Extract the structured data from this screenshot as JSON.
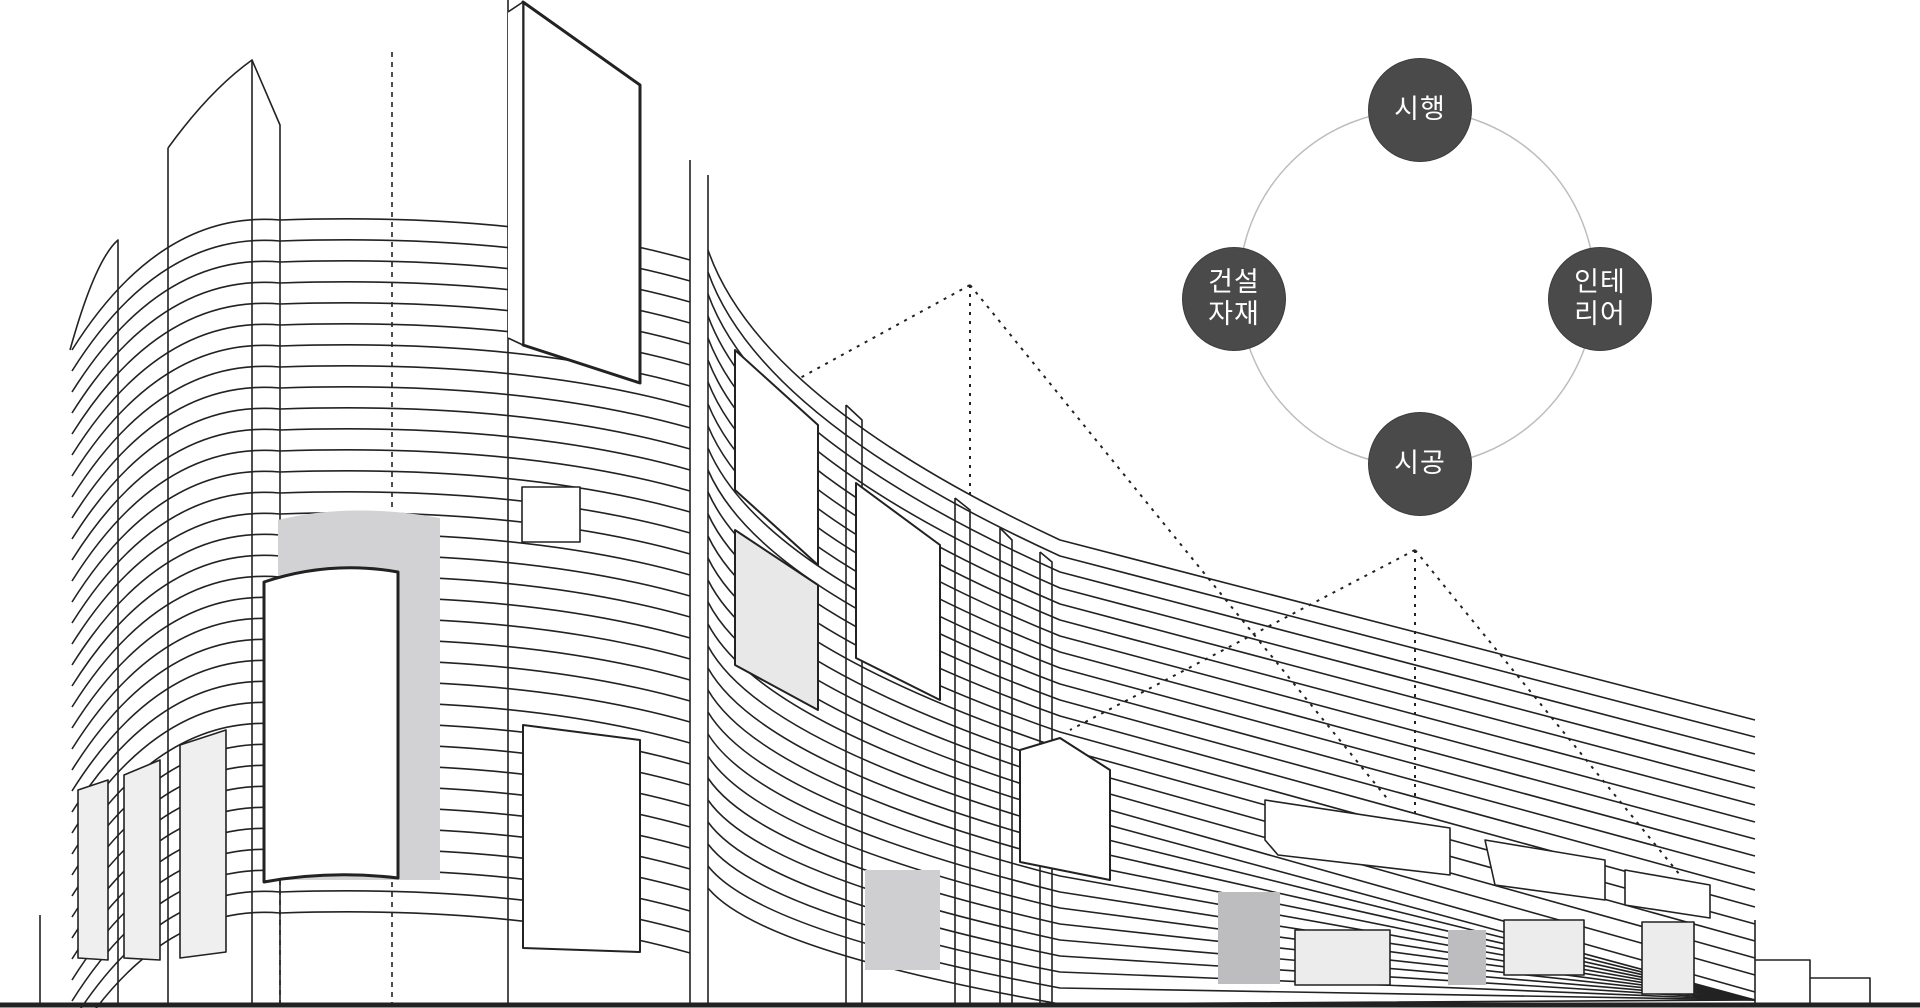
{
  "cycle": {
    "nodes": [
      {
        "id": "top",
        "label": "시행"
      },
      {
        "id": "right",
        "label": "인테\n리어"
      },
      {
        "id": "bottom",
        "label": "시공"
      },
      {
        "id": "left",
        "label": "건설\n자재"
      }
    ],
    "node_color": "#4a4a4a",
    "ring_color": "#bdbdbd"
  },
  "illustration": {
    "description_icon": "building-wireframe-icon",
    "line_color": "#222222",
    "panel_fill_light": "#ececec",
    "panel_fill_mid": "#cfcfd1"
  }
}
